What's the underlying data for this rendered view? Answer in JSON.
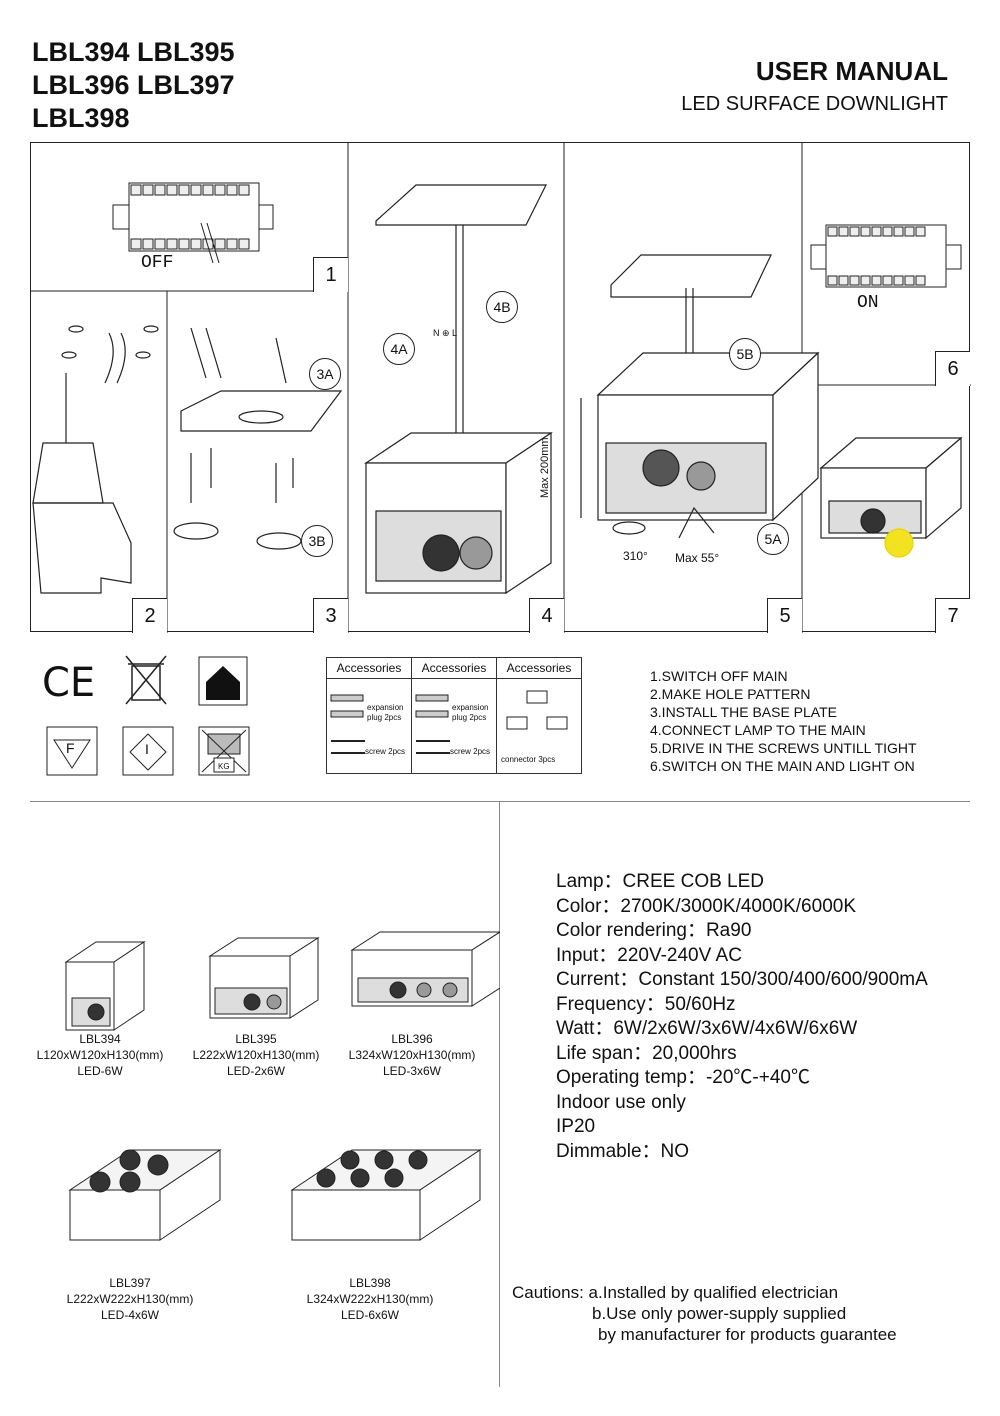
{
  "header": {
    "models": [
      "LBL394 LBL395",
      "LBL396 LBL397",
      "LBL398"
    ],
    "title": "USER MANUAL",
    "subtitle": "LED SURFACE DOWNLIGHT"
  },
  "panels": {
    "p1": {
      "number": "1",
      "label": "OFF"
    },
    "p2": {
      "number": "2"
    },
    "p3": {
      "number": "3",
      "tag_a": "3A",
      "tag_b": "3B"
    },
    "p4": {
      "number": "4",
      "tag_a": "4A",
      "tag_b": "4B",
      "wire_labels": "N ⊕ L"
    },
    "p5": {
      "number": "5",
      "tag_a": "5A",
      "tag_b": "5B",
      "max_height": "Max 200mm",
      "rotation": "310°",
      "tilt": "Max 55°"
    },
    "p6": {
      "number": "6",
      "label": "ON"
    },
    "p7": {
      "number": "7"
    }
  },
  "symbols": {
    "ce": "CE",
    "f_mark": "F",
    "i_mark": "I",
    "kg": "KG"
  },
  "accessories": {
    "headers": [
      "Accessories",
      "Accessories",
      "Accessories"
    ],
    "col1": {
      "plug": "expansion plug 2pcs",
      "screw": "screw 2pcs"
    },
    "col2": {
      "plug": "expansion plug 2pcs",
      "screw": "screw 2pcs"
    },
    "col3": {
      "connector": "connector 3pcs"
    }
  },
  "steps": [
    "1.SWITCH OFF MAIN",
    "2.MAKE HOLE PATTERN",
    "3.INSTALL THE BASE PLATE",
    "4.CONNECT LAMP TO THE MAIN",
    "5.DRIVE IN THE SCREWS UNTILL TIGHT",
    "6.SWITCH ON THE MAIN AND LIGHT ON"
  ],
  "specs": [
    "Lamp：CREE COB LED",
    "Color：2700K/3000K/4000K/6000K",
    "Color rendering：Ra90",
    "Input：220V-240V AC",
    "Current：Constant 150/300/400/600/900mA",
    "Frequency：50/60Hz",
    "Watt：6W/2x6W/3x6W/4x6W/6x6W",
    "Life span：20,000hrs",
    "Operating temp：-20℃-+40℃",
    "Indoor use only",
    "IP20",
    "Dimmable：NO"
  ],
  "products": [
    {
      "model": "LBL394",
      "size": "L120xW120xH130(mm)",
      "power": "LED-6W"
    },
    {
      "model": "LBL395",
      "size": "L222xW120xH130(mm)",
      "power": "LED-2x6W"
    },
    {
      "model": "LBL396",
      "size": "L324xW120xH130(mm)",
      "power": "LED-3x6W"
    },
    {
      "model": "LBL397",
      "size": "L222xW222xH130(mm)",
      "power": "LED-4x6W"
    },
    {
      "model": "LBL398",
      "size": "L324xW222xH130(mm)",
      "power": "LED-6x6W"
    }
  ],
  "cautions": {
    "line1": "Cautions: a.Installed by qualified electrician",
    "line2": "b.Use only power-supply supplied",
    "line3": "by manufacturer for products guarantee"
  }
}
